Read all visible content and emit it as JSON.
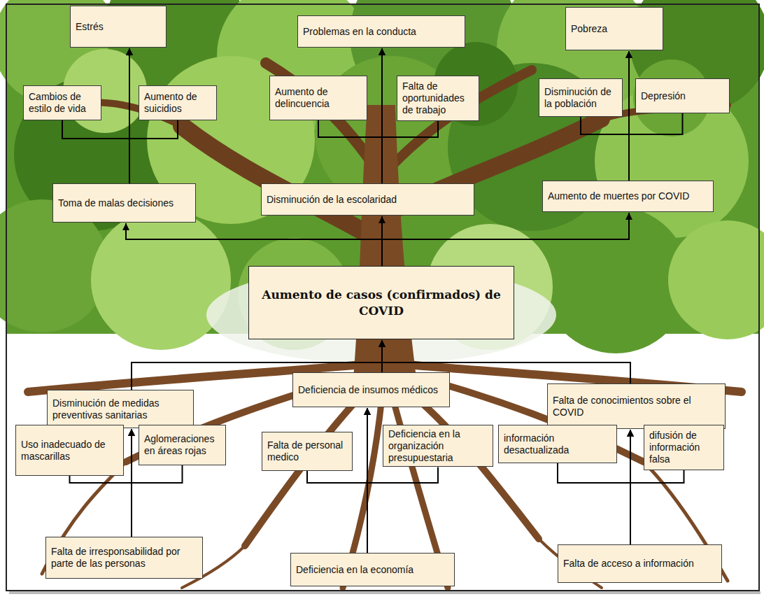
{
  "diagram": {
    "nodes": [
      {
        "text": [
          "Estrés"
        ]
      },
      {
        "text": [
          "Problemas en la conducta"
        ]
      },
      {
        "text": [
          "Pobreza"
        ]
      },
      {
        "text": [
          "Cambios de estilo de vida"
        ]
      },
      {
        "text": [
          "Aumento de suicidios"
        ]
      },
      {
        "text": [
          "Aumento de delincuencia"
        ]
      },
      {
        "text": [
          "Falta de oportunidades de trabajo"
        ]
      },
      {
        "text": [
          "Disminución de la población"
        ]
      },
      {
        "text": [
          "Depresión"
        ]
      },
      {
        "text": [
          "Toma de malas decisiones"
        ]
      },
      {
        "text": [
          "Disminución de la escolaridad"
        ]
      },
      {
        "text": [
          "Aumento de muertes por COVID"
        ]
      },
      {
        "text": [
          "Aumento de casos (confirmados) de COVID"
        ]
      },
      {
        "text": [
          "Disminución de medidas preventivas sanitarias"
        ]
      },
      {
        "text": [
          "Deficiencia de insumos médicos"
        ]
      },
      {
        "text": [
          "Falta de conocimientos sobre el COVID"
        ]
      },
      {
        "text": [
          "Uso inadecuado de mascarillas"
        ]
      },
      {
        "text": [
          "Aglomeraciones en áreas rojas"
        ]
      },
      {
        "text": [
          "Falta de personal medico"
        ]
      },
      {
        "text": [
          "Deficiencia en la organización presupuestaria"
        ]
      },
      {
        "text": [
          "información desactualizada"
        ]
      },
      {
        "text": [
          "difusión de información falsa"
        ]
      },
      {
        "text": [
          "Falta de irresponsabilidad por parte de las personas"
        ]
      },
      {
        "text": [
          "Deficiencia en la economía"
        ]
      },
      {
        "text": [
          "Falta de acceso a información"
        ]
      }
    ],
    "edges": [
      {
        "from": 3,
        "to": 0,
        "arrow": "to"
      },
      {
        "from": 4,
        "to": 0,
        "arrow": "to"
      },
      {
        "from": 9,
        "to": 0,
        "arrow": "to"
      },
      {
        "from": 5,
        "to": 1,
        "arrow": "to"
      },
      {
        "from": 6,
        "to": 1,
        "arrow": "to"
      },
      {
        "from": 10,
        "to": 1,
        "arrow": "to"
      },
      {
        "from": 7,
        "to": 2,
        "arrow": "to"
      },
      {
        "from": 8,
        "to": 2,
        "arrow": "to"
      },
      {
        "from": 11,
        "to": 2,
        "arrow": "to"
      },
      {
        "from": 12,
        "to": 9,
        "arrow": "to"
      },
      {
        "from": 12,
        "to": 10,
        "arrow": "to"
      },
      {
        "from": 12,
        "to": 11,
        "arrow": "to"
      },
      {
        "from": 13,
        "to": 12,
        "arrow": "to"
      },
      {
        "from": 14,
        "to": 12,
        "arrow": "to"
      },
      {
        "from": 15,
        "to": 12,
        "arrow": "to"
      },
      {
        "from": 16,
        "to": 13,
        "arrow": "to"
      },
      {
        "from": 17,
        "to": 13,
        "arrow": "to"
      },
      {
        "from": 22,
        "to": 13,
        "arrow": "to"
      },
      {
        "from": 18,
        "to": 14,
        "arrow": "to"
      },
      {
        "from": 19,
        "to": 14,
        "arrow": "to"
      },
      {
        "from": 23,
        "to": 14,
        "arrow": "to"
      },
      {
        "from": 20,
        "to": 15,
        "arrow": "to"
      },
      {
        "from": 21,
        "to": 15,
        "arrow": "to"
      },
      {
        "from": 24,
        "to": 15,
        "arrow": "to"
      }
    ]
  }
}
